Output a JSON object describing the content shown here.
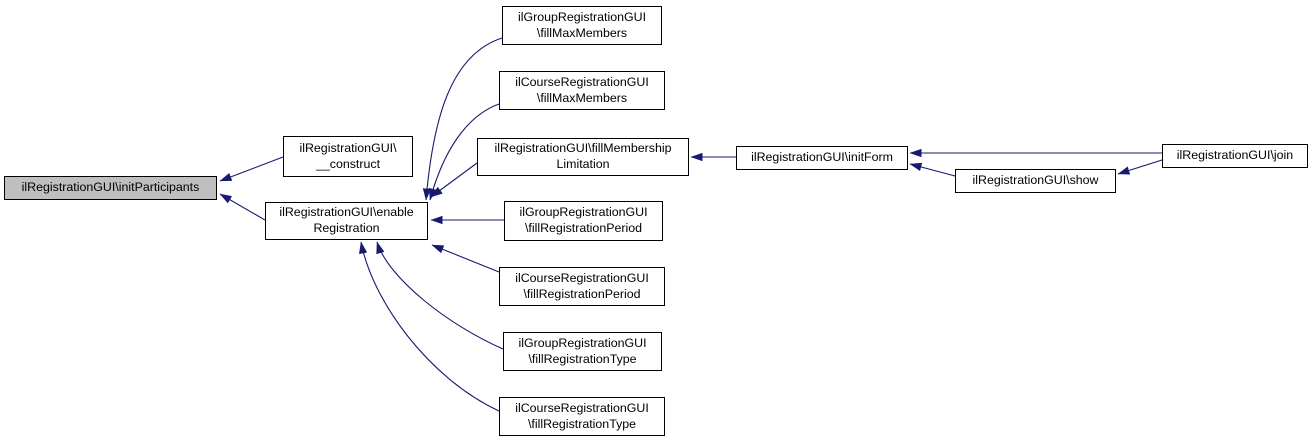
{
  "graph": {
    "type": "call-graph",
    "colors": {
      "edge": "#191970",
      "node_border": "#000000",
      "node_fill": "#ffffff",
      "highlight_fill": "#bfbfbf",
      "text": "#000000"
    },
    "nodes": {
      "initParticipants": {
        "label": "ilRegistrationGUI\\initParticipants",
        "highlighted": true
      },
      "construct": {
        "label": "ilRegistrationGUI\\\n__construct",
        "highlighted": false
      },
      "enableRegistration": {
        "label": "ilRegistrationGUI\\enable\nRegistration",
        "highlighted": false
      },
      "groupFillMaxMembers": {
        "label": "ilGroupRegistrationGUI\n\\fillMaxMembers",
        "highlighted": false
      },
      "courseFillMaxMembers": {
        "label": "ilCourseRegistrationGUI\n\\fillMaxMembers",
        "highlighted": false
      },
      "fillMembershipLimitation": {
        "label": "ilRegistrationGUI\\fillMembership\nLimitation",
        "highlighted": false
      },
      "groupFillRegistrationPeriod": {
        "label": "ilGroupRegistrationGUI\n\\fillRegistrationPeriod",
        "highlighted": false
      },
      "courseFillRegistrationPeriod": {
        "label": "ilCourseRegistrationGUI\n\\fillRegistrationPeriod",
        "highlighted": false
      },
      "groupFillRegistrationType": {
        "label": "ilGroupRegistrationGUI\n\\fillRegistrationType",
        "highlighted": false
      },
      "courseFillRegistrationType": {
        "label": "ilCourseRegistrationGUI\n\\fillRegistrationType",
        "highlighted": false
      },
      "initForm": {
        "label": "ilRegistrationGUI\\initForm",
        "highlighted": false
      },
      "show": {
        "label": "ilRegistrationGUI\\show",
        "highlighted": false
      },
      "join": {
        "label": "ilRegistrationGUI\\join",
        "highlighted": false
      }
    },
    "edges": [
      {
        "from": "construct",
        "to": "initParticipants"
      },
      {
        "from": "enableRegistration",
        "to": "initParticipants"
      },
      {
        "from": "groupFillMaxMembers",
        "to": "enableRegistration"
      },
      {
        "from": "courseFillMaxMembers",
        "to": "enableRegistration"
      },
      {
        "from": "fillMembershipLimitation",
        "to": "enableRegistration"
      },
      {
        "from": "groupFillRegistrationPeriod",
        "to": "enableRegistration"
      },
      {
        "from": "courseFillRegistrationPeriod",
        "to": "enableRegistration"
      },
      {
        "from": "groupFillRegistrationType",
        "to": "enableRegistration"
      },
      {
        "from": "courseFillRegistrationType",
        "to": "enableRegistration"
      },
      {
        "from": "initForm",
        "to": "fillMembershipLimitation"
      },
      {
        "from": "join",
        "to": "initForm"
      },
      {
        "from": "show",
        "to": "initForm"
      },
      {
        "from": "join",
        "to": "show"
      }
    ]
  }
}
